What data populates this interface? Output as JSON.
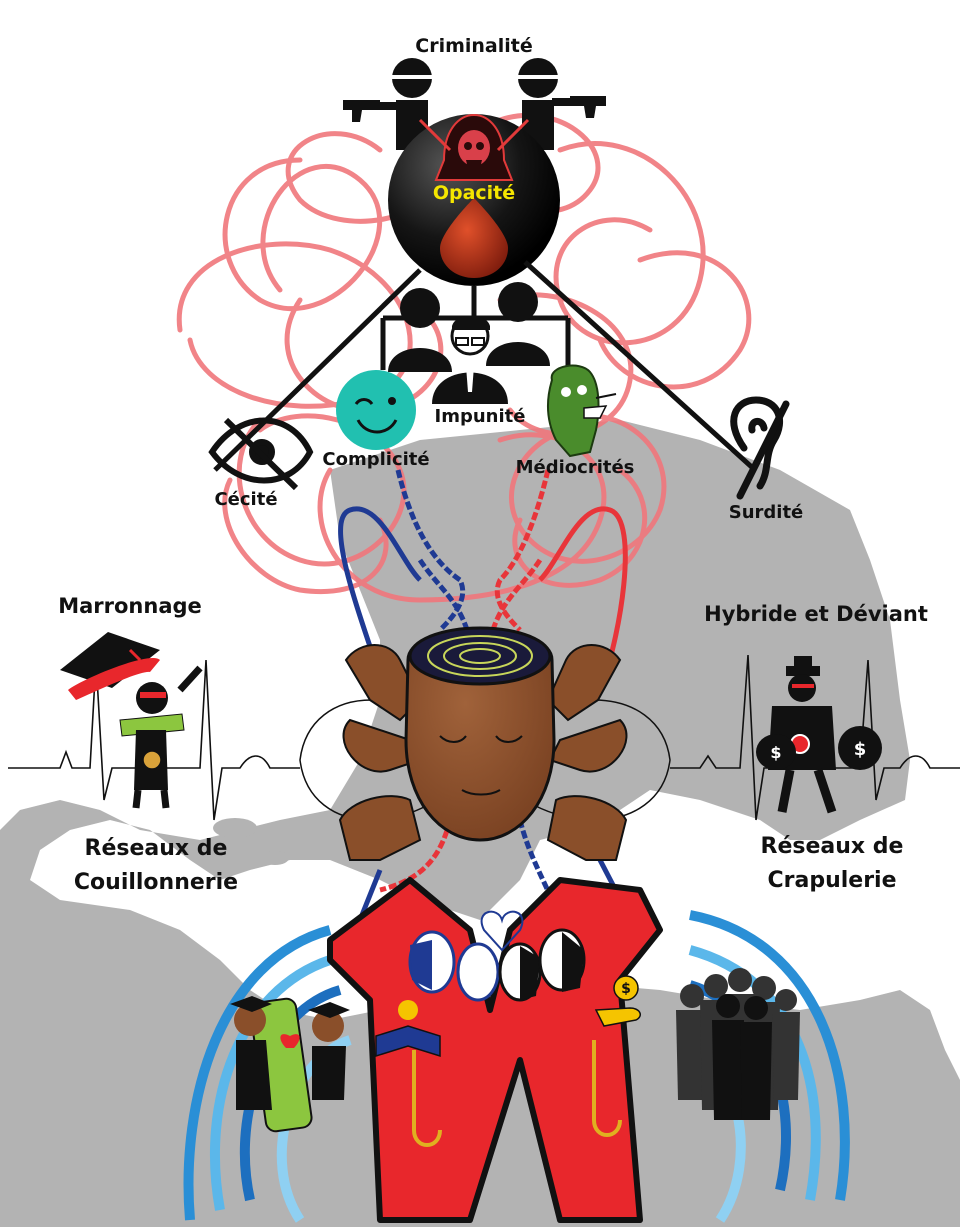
{
  "labels": {
    "criminalite": "Criminalité",
    "opacite": "Opacité",
    "impunite": "Impunité",
    "complicite": "Complicité",
    "mediocrites": "Médiocrités",
    "cecite": "Cécité",
    "surdite": "Surdité",
    "marronnage": "Marronnage",
    "hybride": "Hybride et Déviant",
    "reseaux_couillonnerie_1": "Réseaux de",
    "reseaux_couillonnerie_2": "Couillonnerie",
    "reseaux_crapulerie_1": "Réseaux de",
    "reseaux_crapulerie_2": "Crapulerie"
  },
  "colors": {
    "scribble": "#f0777c",
    "map": "#b3b3b3",
    "skin": "#8a4f2a",
    "navy_rope": "#1f3a93",
    "red_rope": "#e8353a",
    "wave": "#2a8fd6",
    "red_robe": "#e8272c",
    "opacite_text": "#f5e600",
    "smiley": "#21c0b0"
  }
}
